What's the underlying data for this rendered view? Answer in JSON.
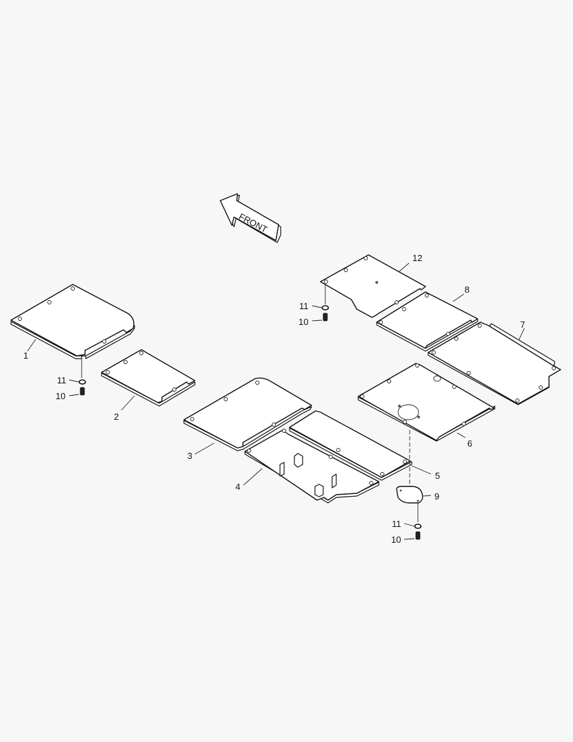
{
  "diagram": {
    "type": "exploded-parts-diagram",
    "orientation_label": "FRONT",
    "background": "#f7f7f7",
    "line_color": "#111111",
    "callouts": [
      {
        "id": "c1",
        "label": "1",
        "part": "floor-plate-front-left"
      },
      {
        "id": "c2",
        "label": "2",
        "part": "floor-plate-small-left"
      },
      {
        "id": "c3",
        "label": "3",
        "part": "floor-plate-center-front"
      },
      {
        "id": "c4",
        "label": "4",
        "part": "floor-plate-with-brackets"
      },
      {
        "id": "c5",
        "label": "5",
        "part": "floor-plate-long-center"
      },
      {
        "id": "c6",
        "label": "6",
        "part": "floor-plate-with-round-opening"
      },
      {
        "id": "c7",
        "label": "7",
        "part": "floor-plate-rear-right"
      },
      {
        "id": "c8",
        "label": "8",
        "part": "floor-plate-mid-right"
      },
      {
        "id": "c9",
        "label": "9",
        "part": "access-cover"
      },
      {
        "id": "c10a",
        "label": "10",
        "part": "bolt"
      },
      {
        "id": "c11a",
        "label": "11",
        "part": "washer"
      },
      {
        "id": "c10b",
        "label": "10",
        "part": "bolt"
      },
      {
        "id": "c11b",
        "label": "11",
        "part": "washer"
      },
      {
        "id": "c10c",
        "label": "10",
        "part": "bolt"
      },
      {
        "id": "c11c",
        "label": "11",
        "part": "washer"
      },
      {
        "id": "c12",
        "label": "12",
        "part": "floor-plate-top-right"
      }
    ]
  }
}
